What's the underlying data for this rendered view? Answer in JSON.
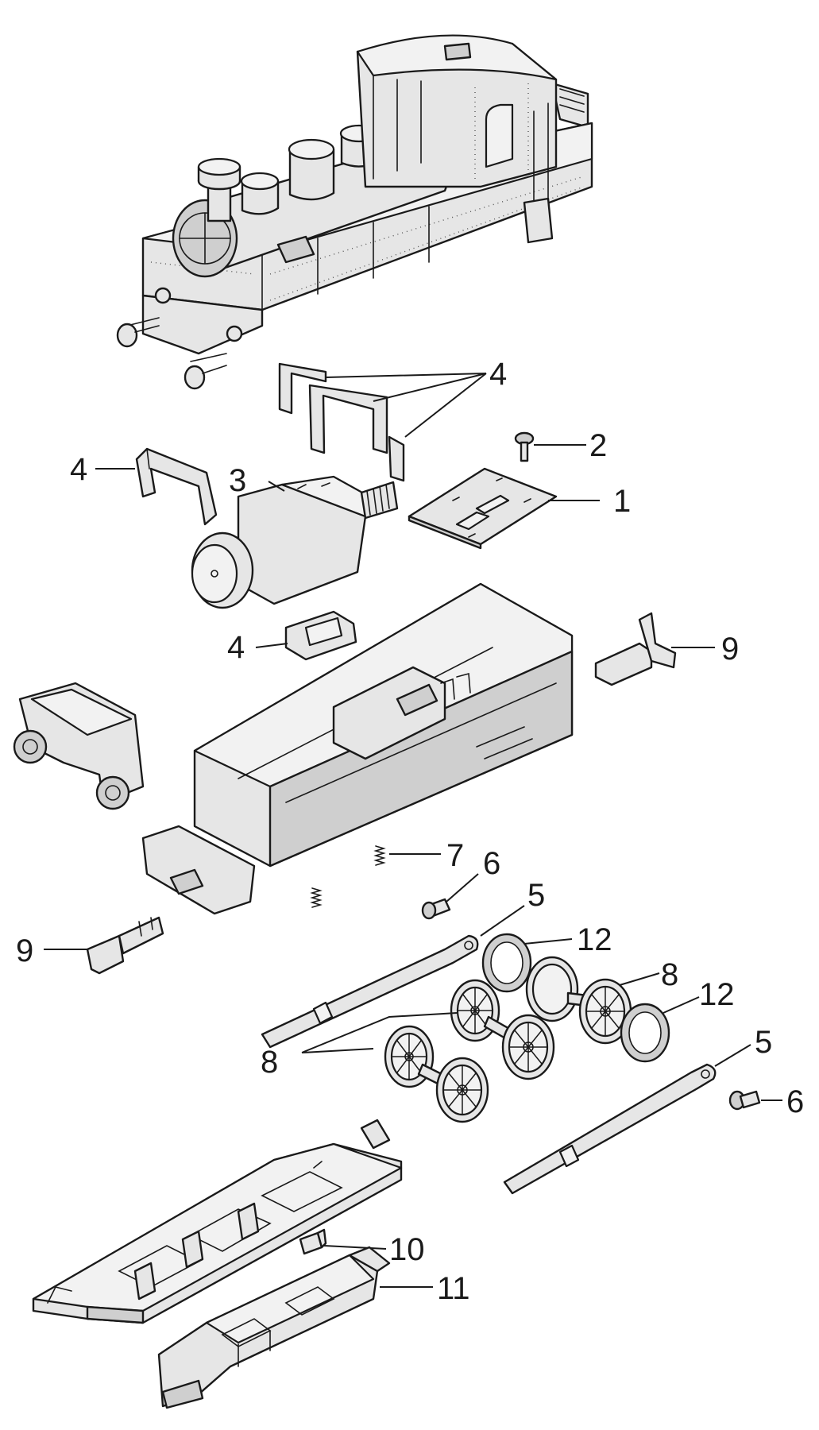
{
  "callouts": {
    "c4_top": "4",
    "c2": "2",
    "c4_left": "4",
    "c3": "3",
    "c1": "1",
    "c4_mid": "4",
    "c9_right": "9",
    "c7": "7",
    "c6_top": "6",
    "c5_top": "5",
    "c9_left": "9",
    "c12_top": "12",
    "c8_right": "8",
    "c12_right": "12",
    "c8_left": "8",
    "c5_right": "5",
    "c6_right": "6",
    "c10": "10",
    "c11": "11"
  }
}
